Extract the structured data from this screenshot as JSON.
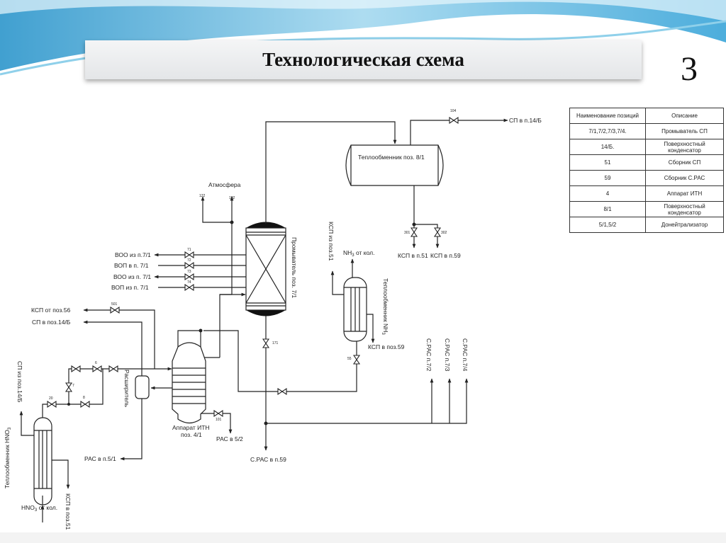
{
  "slide": {
    "title": "Технологическая схема",
    "number": "3",
    "accent_color": "#3fa9d8"
  },
  "labels": {
    "atmosphere": "Атмосфера",
    "voo_out_1": "ВОО из п.7/1",
    "vop_in": "ВОП в п. 7/1",
    "voo_out_2": "ВОО из п. 7/1",
    "vop_out": "ВОП из п. 7/1",
    "ksp_from_56": "КСП от поз.56",
    "sp_to_14b": "СП в поз.14/Б",
    "sp_from_14b": "СП из поз.14/Б",
    "hno3_he": "Теплообменник HNO",
    "hno3_he_sub": "3",
    "hno3_from_col": "HNO",
    "hno3_from_col_sub": "3",
    "hno3_from_col_tail": " от кол.",
    "ksp_to_51": "КСП в поз.51",
    "expander": "Расширитель",
    "ras_to_51": "РАС в п.5/1",
    "itn_name": "Аппарат ИТН",
    "itn_pos": "поз. 4/1",
    "ras_to_52": "РАС в 5/2",
    "washer": "Промыватель поз. 7/1",
    "sras_to_59": "С.РАС в п.59",
    "ksp_from_51": "КСП из поз.51",
    "nh3_from_col": "NH",
    "nh3_from_col_sub": "3",
    "nh3_from_col_tail": " от кол.",
    "nh3_he": "Теплообменник NH",
    "nh3_he_sub": "3",
    "ksp_to_59_pos": "КСП в поз.59",
    "sras_72": "С.РАС  п.7/2",
    "sras_73": "С.РАС  п.7/3",
    "sras_74": "С.РАС  п.7/4",
    "he81": "Теплообменник поз. 8/1",
    "sp_to_14b_p": "СП в п.14/Б",
    "ksp_to_p51": "КСП в п.51",
    "ksp_to_p59": "КСП в п.59"
  },
  "valves": {
    "v122": "122",
    "v102": "102",
    "v71": "71",
    "v72": "72",
    "v73": "73",
    "v74": "74",
    "v501": "501",
    "v171": "171",
    "v55": "55",
    "v104": "104",
    "v301": "301",
    "v302": "302",
    "v20": "20",
    "v7": "7",
    "v8": "8",
    "v6": "6",
    "v101": "101"
  },
  "table": {
    "headers": [
      "Наименование позиций",
      "Описание"
    ],
    "rows": [
      [
        "7/1,7/2,7/3,7/4.",
        "Промыватель СП"
      ],
      [
        "14/Б.",
        "Поверхностный конденсатор"
      ],
      [
        "51",
        "Сборник СП"
      ],
      [
        "59",
        "Сборник С.РАС"
      ],
      [
        "4",
        "Аппарат ИТН"
      ],
      [
        "8/1",
        "Поверхностный конденсатор"
      ],
      [
        "5/1,5/2",
        "Донейтрализатор"
      ]
    ]
  }
}
